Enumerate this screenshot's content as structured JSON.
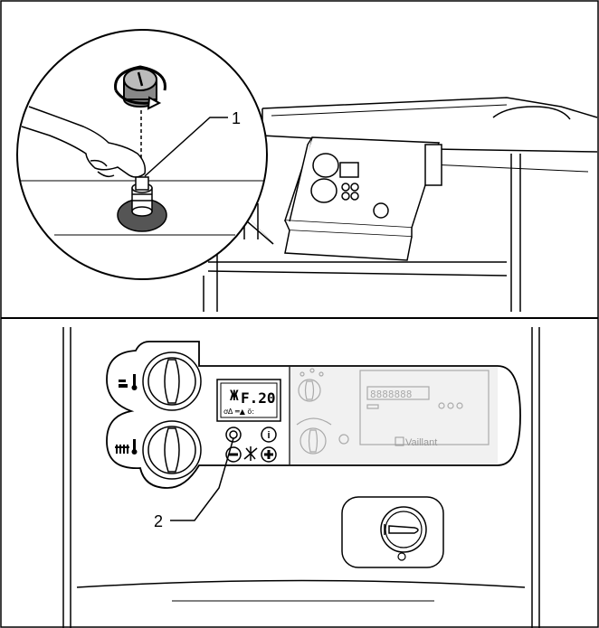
{
  "callouts": {
    "one": "1",
    "two": "2"
  },
  "display": {
    "code": "F.20"
  },
  "brand": {
    "name": "Vaillant"
  },
  "icons": {
    "hot_water": "tap-thermometer-icon",
    "heating": "radiator-thermometer-icon",
    "info": "i",
    "minus": "−",
    "plus": "+",
    "reset": "reset-icon"
  },
  "colors": {
    "stroke": "#000000",
    "ghost": "#aaaaaa",
    "panel_shade": "#e8e8e8"
  }
}
